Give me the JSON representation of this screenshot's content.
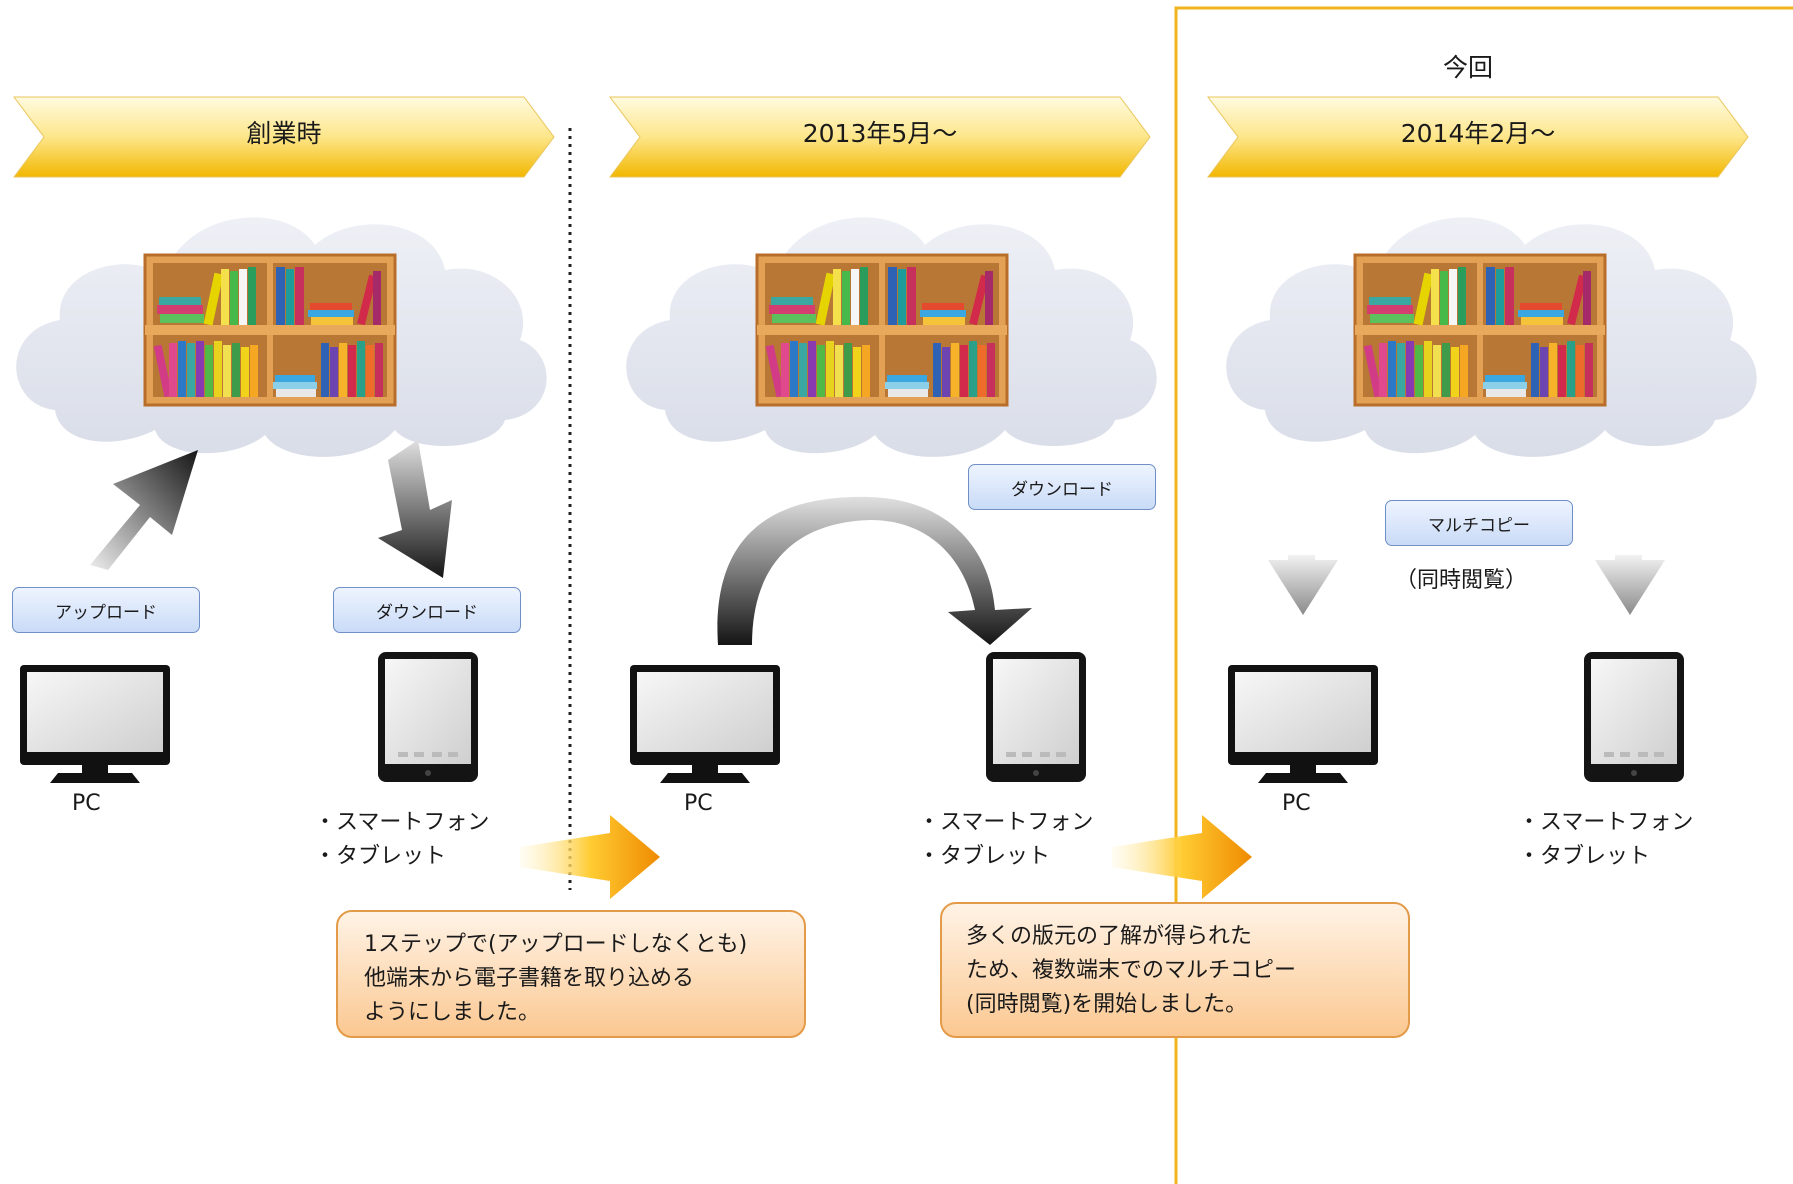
{
  "header_label": "今回",
  "eras": [
    {
      "title": "創業時",
      "pc_label": "PC",
      "mobile_labels": [
        "・スマートフォン",
        "・タブレット"
      ],
      "buttons": [
        "アップロード",
        "ダウンロード"
      ]
    },
    {
      "title": "2013年5月～",
      "pc_label": "PC",
      "mobile_labels": [
        "・スマートフォン",
        "・タブレット"
      ],
      "buttons": [
        "ダウンロード"
      ]
    },
    {
      "title": "2014年2月～",
      "pc_label": "PC",
      "mobile_labels": [
        "・スマートフォン",
        "・タブレット"
      ],
      "buttons": [
        "マルチコピー"
      ],
      "sub_note": "（同時閲覧）"
    }
  ],
  "notes": [
    [
      "1ステップで(アップロードしなくとも)",
      "他端末から電子書籍を取り込める",
      "ようにしました。"
    ],
    [
      "多くの版元の了解が得られた",
      "ため、複数端末でのマルチコピー",
      "(同時閲覧)を開始しました。"
    ]
  ],
  "colors": {
    "banner_start": "#fff7c2",
    "banner_end": "#f2b700",
    "highlight_border": "#f0b51e",
    "cloud": "#e3e6ee",
    "pill_border": "#6f8fc6",
    "note_border": "#e39b4a",
    "arrow_orange": "#f08c00"
  }
}
